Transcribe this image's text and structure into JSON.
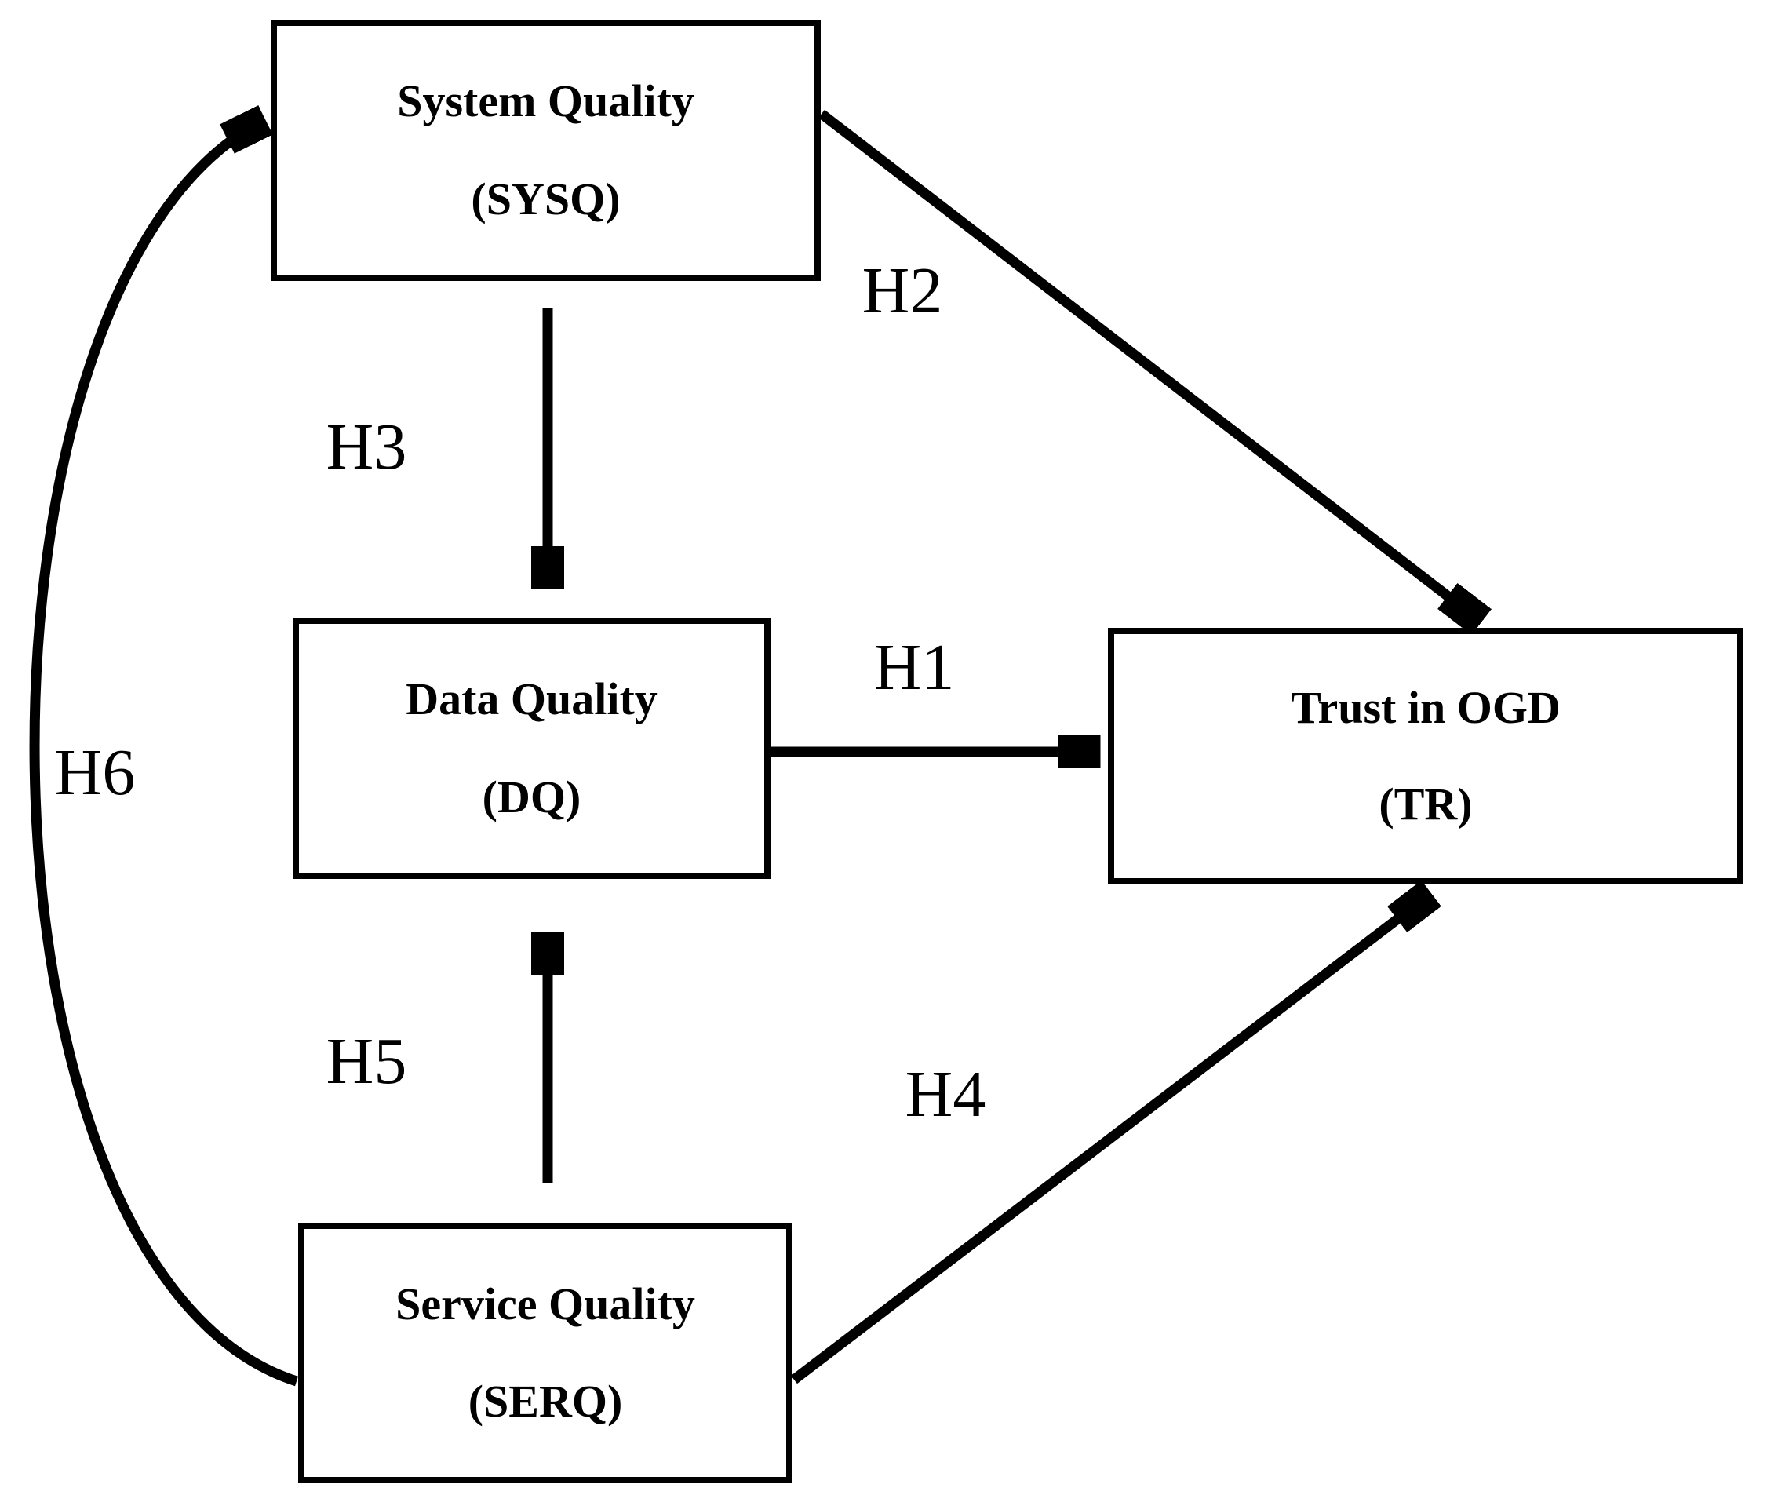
{
  "colors": {
    "background": "#ffffff",
    "line": "#000000",
    "text": "#000000",
    "node_fill": "#ffffff"
  },
  "nodes": {
    "sysq": {
      "title": "System Quality",
      "abbrev": "(SYSQ)"
    },
    "dq": {
      "title": "Data Quality",
      "abbrev": "(DQ)"
    },
    "serq": {
      "title": "Service Quality",
      "abbrev": "(SERQ)"
    },
    "tr": {
      "title": "Trust in OGD",
      "abbrev": "(TR)"
    }
  },
  "edges": {
    "h1": {
      "label": "H1",
      "from": "dq",
      "to": "tr",
      "style": "straight"
    },
    "h2": {
      "label": "H2",
      "from": "sysq",
      "to": "tr",
      "style": "straight"
    },
    "h3": {
      "label": "H3",
      "from": "sysq",
      "to": "dq",
      "style": "straight"
    },
    "h4": {
      "label": "H4",
      "from": "serq",
      "to": "tr",
      "style": "straight"
    },
    "h5": {
      "label": "H5",
      "from": "serq",
      "to": "dq",
      "style": "straight"
    },
    "h6": {
      "label": "H6",
      "from": "serq",
      "to": "sysq",
      "style": "curved"
    }
  }
}
